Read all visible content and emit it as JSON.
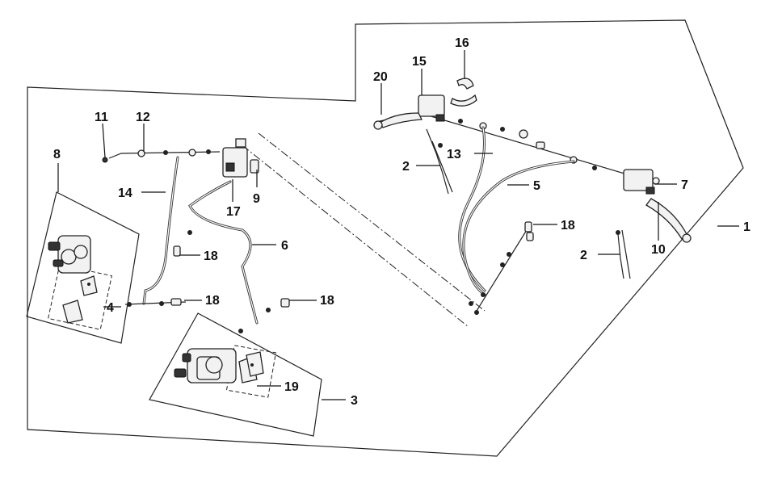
{
  "callouts": {
    "c1": "1",
    "c2a": "2",
    "c2b": "2",
    "c3": "3",
    "c4": "4",
    "c5": "5",
    "c6": "6",
    "c7": "7",
    "c8": "8",
    "c9": "9",
    "c10": "10",
    "c11": "11",
    "c12": "12",
    "c13": "13",
    "c14": "14",
    "c15": "15",
    "c16": "16",
    "c17": "17",
    "c18a": "18",
    "c18b": "18",
    "c18c": "18",
    "c18d": "18",
    "c19": "19",
    "c20": "20"
  },
  "colors": {
    "line": "#222222",
    "background": "#ffffff"
  }
}
